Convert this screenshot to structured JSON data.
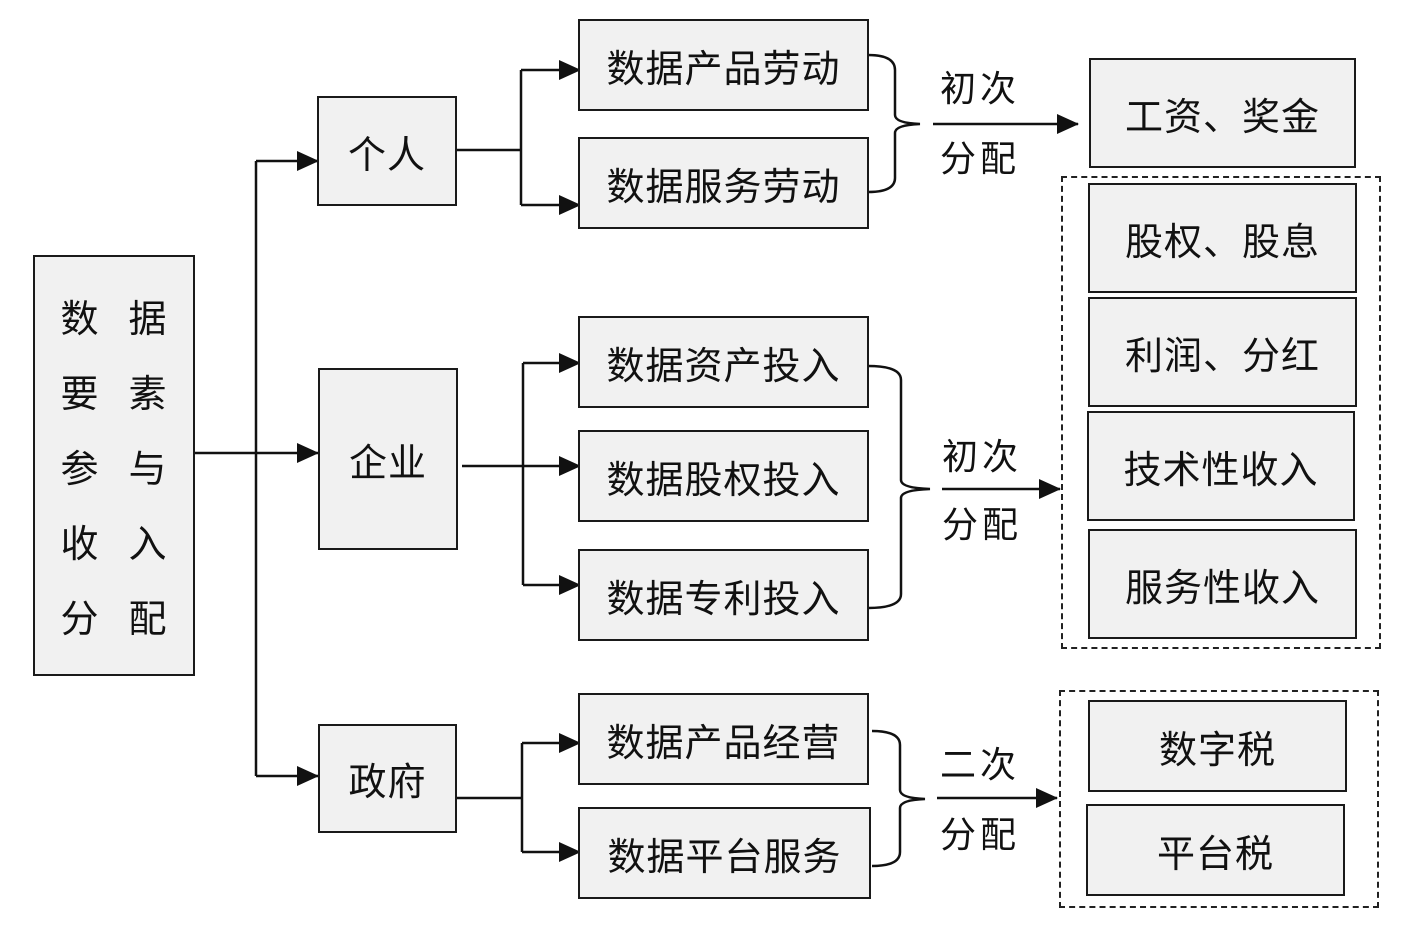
{
  "title": "数据要素参与收入分配",
  "root": {
    "chars": [
      "数",
      "据",
      "要",
      "素",
      "参",
      "与",
      "收",
      "入",
      "分",
      "配"
    ]
  },
  "actors": [
    {
      "id": "individual",
      "label": "个人",
      "inputs": [
        "数据产品劳动",
        "数据服务劳动"
      ],
      "arrow_label": [
        "初次",
        "分配"
      ]
    },
    {
      "id": "enterprise",
      "label": "企业",
      "inputs": [
        "数据资产投入",
        "数据股权投入",
        "数据专利投入"
      ],
      "arrow_label": [
        "初次",
        "分配"
      ]
    },
    {
      "id": "government",
      "label": "政府",
      "inputs": [
        "数据产品经营",
        "数据平台服务"
      ],
      "arrow_label": [
        "二次",
        "分配"
      ]
    }
  ],
  "outcomes": {
    "individual": [
      "工资、奖金"
    ],
    "enterprise": [
      "股权、股息",
      "利润、分红",
      "技术性收入",
      "服务性收入"
    ],
    "government": [
      "数字税",
      "平台税"
    ]
  },
  "colors": {
    "box_fill": "#f1f1f1",
    "stroke": "#1a1a1a"
  }
}
